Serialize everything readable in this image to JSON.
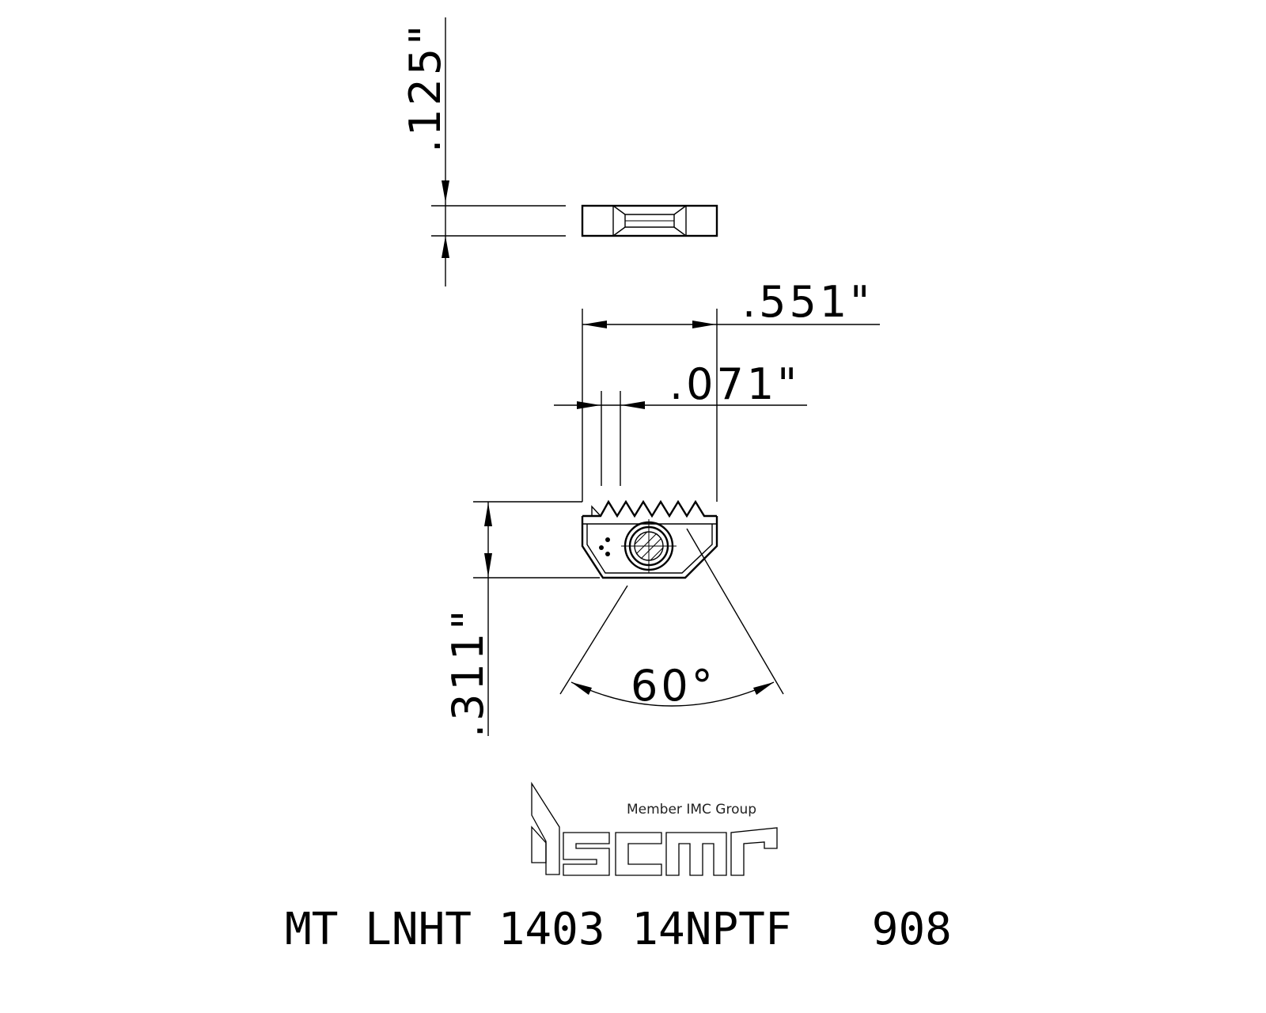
{
  "dimensions": {
    "thickness": ".125\"",
    "width": ".551\"",
    "offset": ".071\"",
    "height": ".311\"",
    "angle": "60°"
  },
  "logo": {
    "wordmark": "iscar",
    "subtitle": "Member IMC Group"
  },
  "title": "MT LNHT 1403 14NPTF   908"
}
